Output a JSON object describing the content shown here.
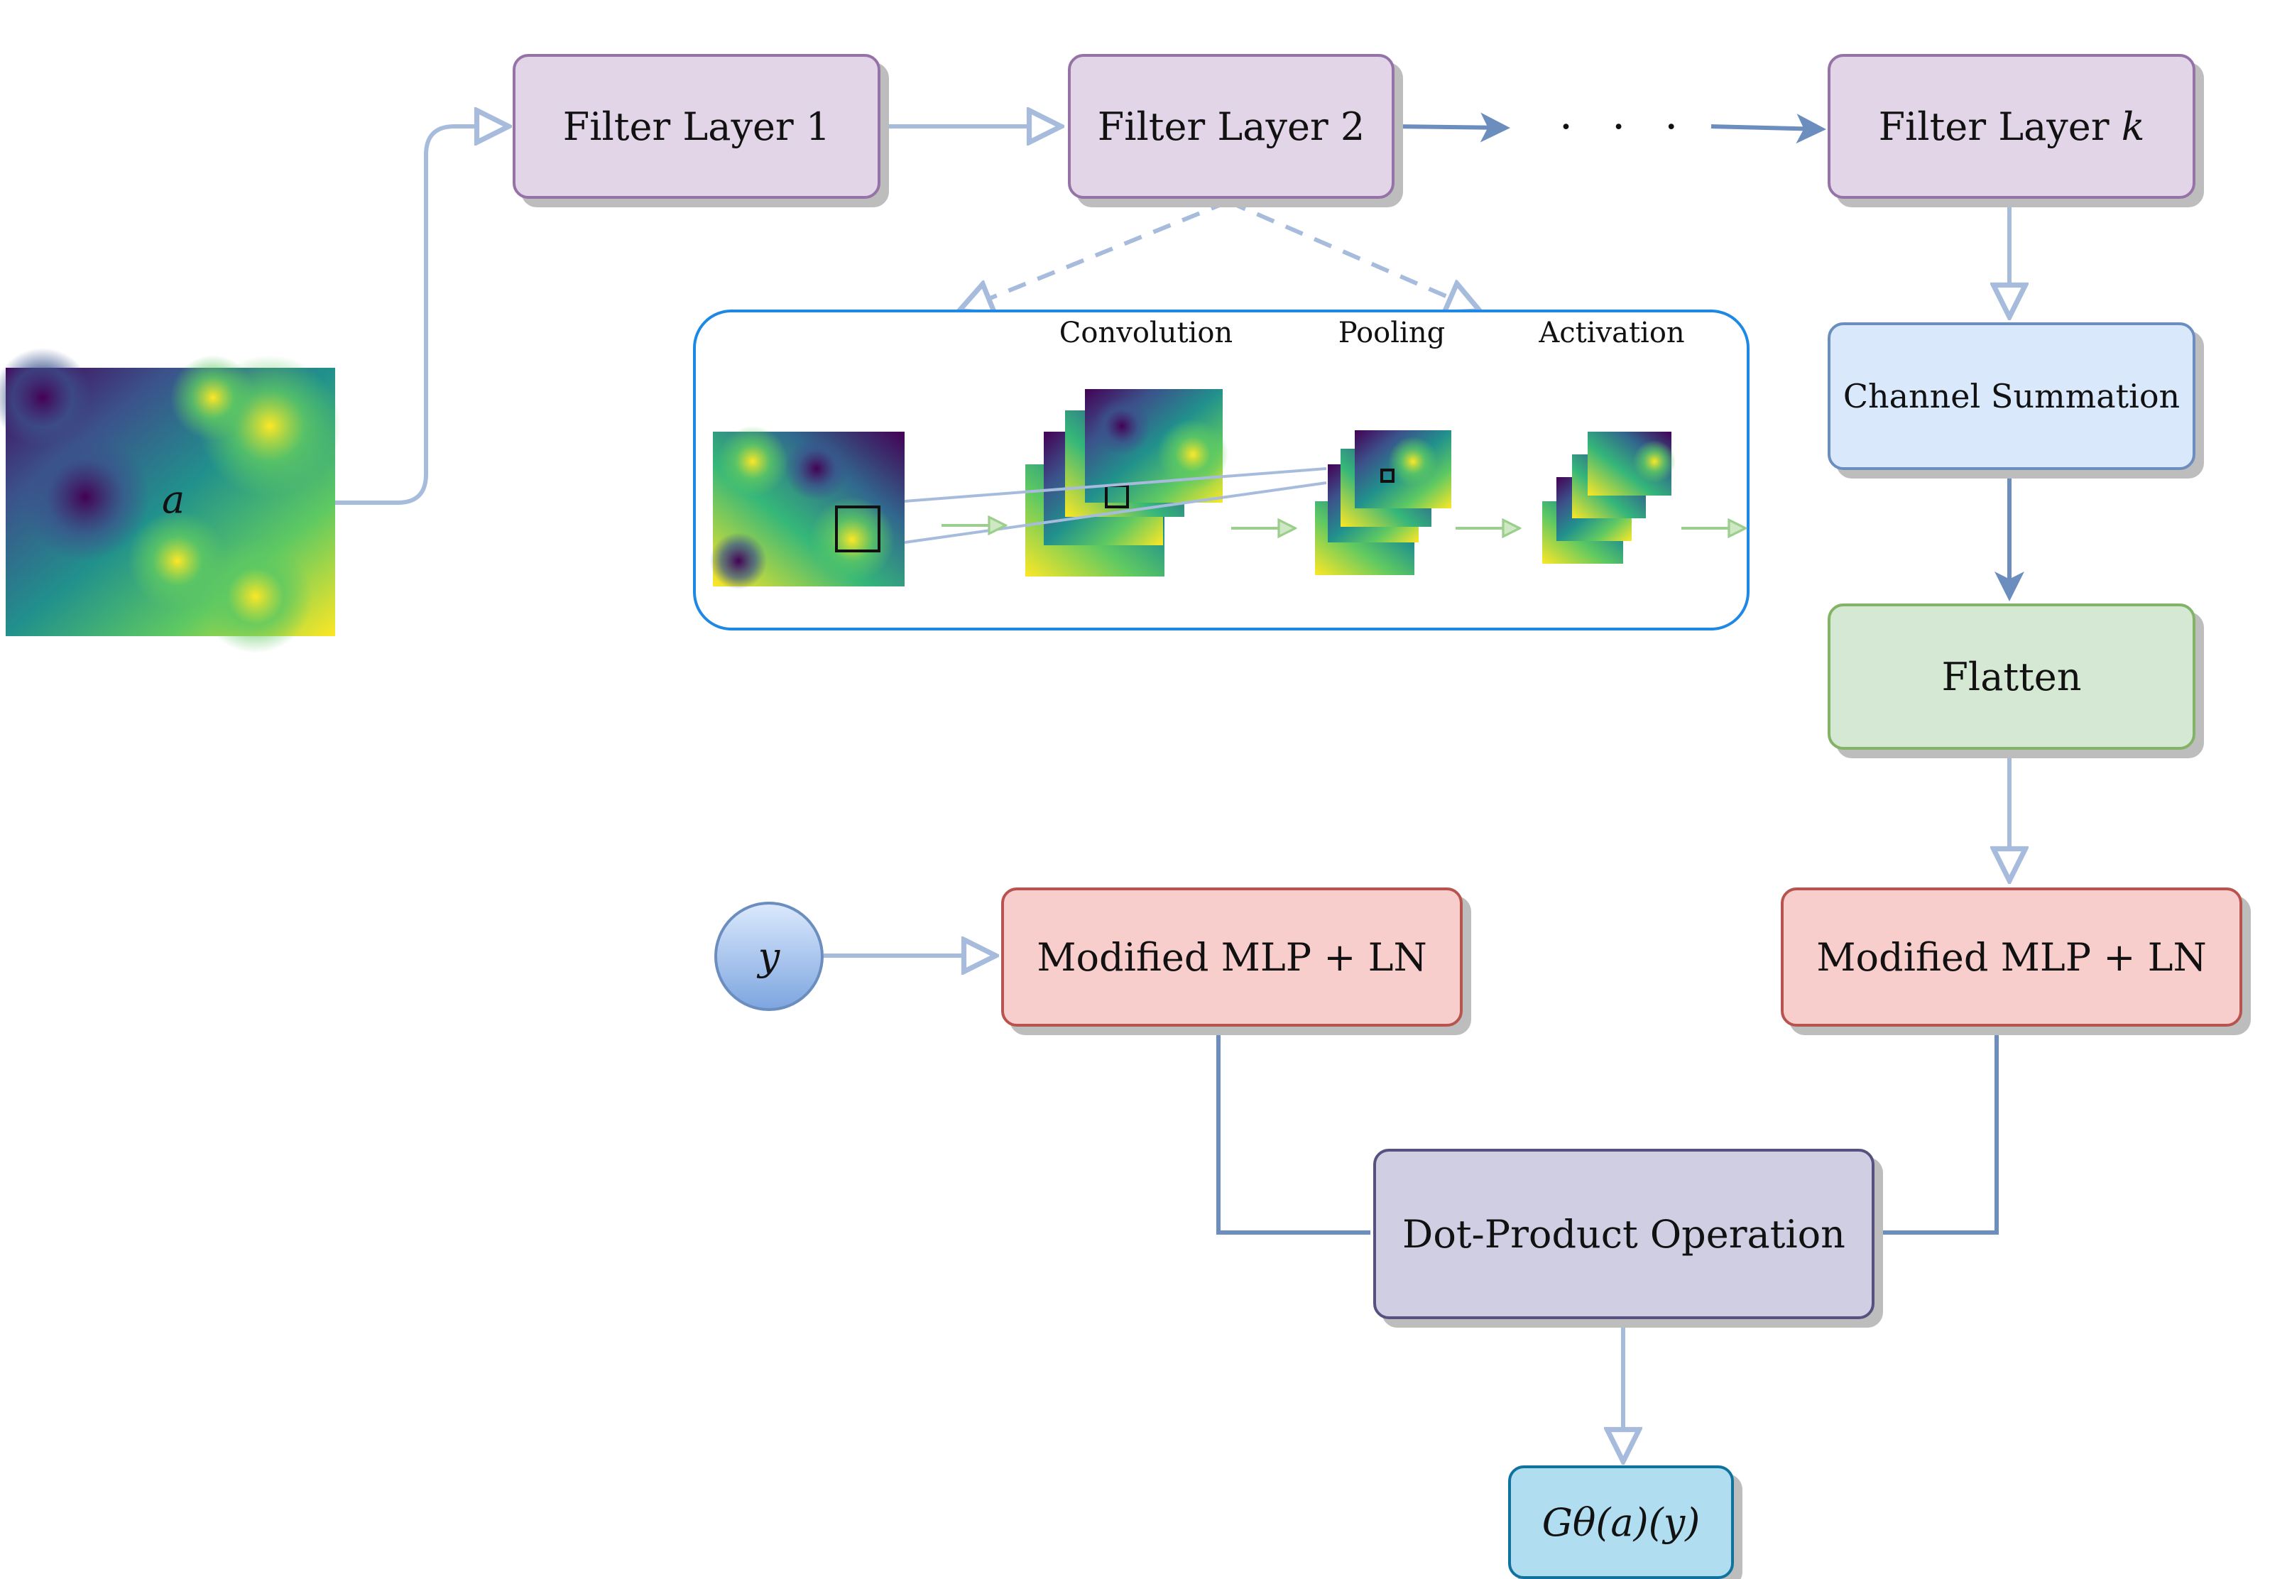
{
  "input": {
    "label": "a"
  },
  "filter_layers": {
    "layer1": {
      "text": "Filter Layer 1"
    },
    "layer2": {
      "text": "Filter Layer 2"
    },
    "ellipsis": "· · ·",
    "layerk": {
      "text": "Filter Layer ",
      "var": "k"
    }
  },
  "stages": {
    "convolution": "Convolution",
    "pooling": "Pooling",
    "activation": "Activation"
  },
  "channel_summation": "Channel Summation",
  "flatten": "Flatten",
  "query": {
    "label": "y"
  },
  "mlp_left": "Modified MLP + LN",
  "mlp_right": "Modified MLP + LN",
  "dot_product": "Dot-Product Operation",
  "output": {
    "label": "Gθ(a)(y)"
  },
  "colors": {
    "arrow_light": "#a7bcdc",
    "arrow_dark": "#6c8ebf",
    "stage_border": "#1e88e5",
    "stage_arrow": "#9ccf8e"
  }
}
